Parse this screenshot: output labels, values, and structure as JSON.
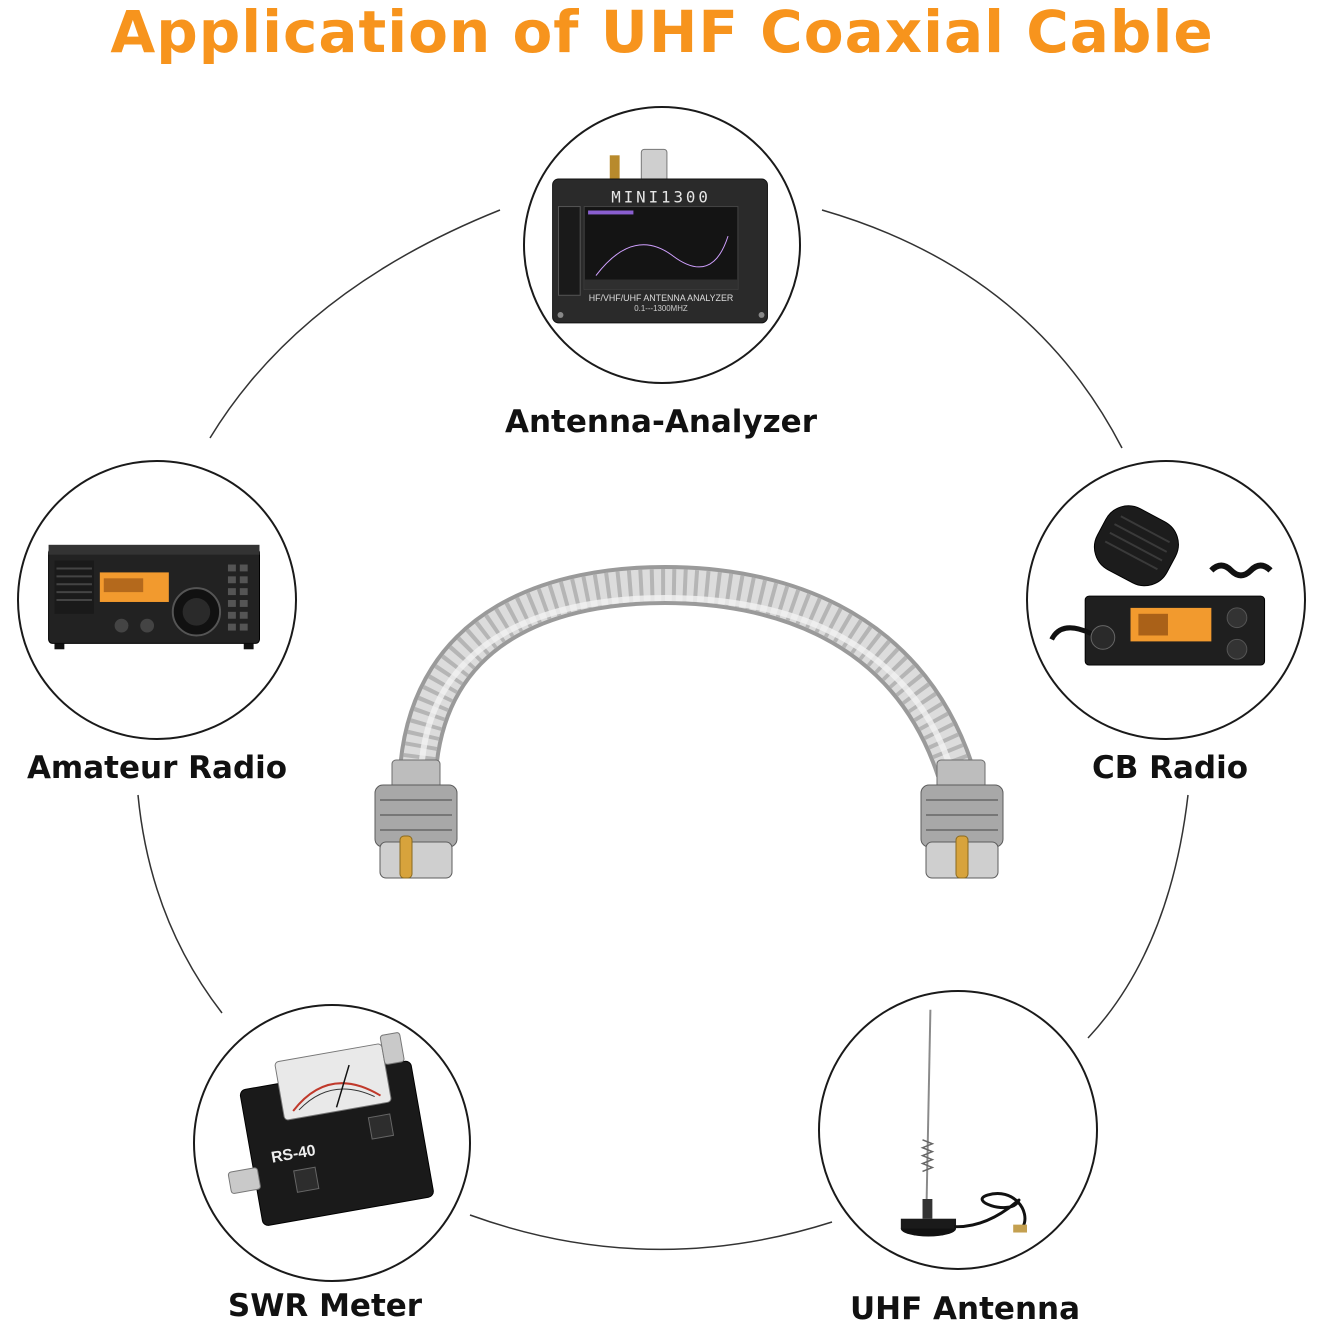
{
  "title": "Application of UHF Coaxial Cable",
  "colors": {
    "title": "#f7941d",
    "label": "#111111",
    "ring": "#333333",
    "cable": "#c9c9c9"
  },
  "applications": [
    {
      "label": "Antenna-Analyzer",
      "device_text": [
        "MINI1300",
        "HF/VHF/UHF ANTENNA ANALYZER",
        "0.1---1300MHZ"
      ]
    },
    {
      "label": "Amateur Radio"
    },
    {
      "label": "CB Radio"
    },
    {
      "label": "SWR Meter",
      "device_text": [
        "RS-40"
      ]
    },
    {
      "label": "UHF Antenna"
    }
  ]
}
